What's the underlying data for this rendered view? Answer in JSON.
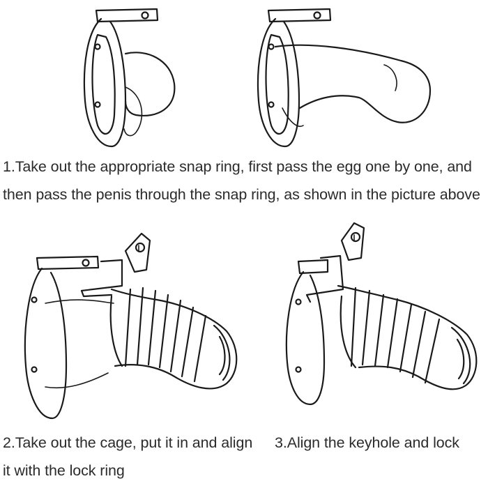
{
  "steps": [
    {
      "text": "1.Take out the appropriate snap ring, first pass the egg one by one, and then pass the penis through the snap ring, as shown in the picture above"
    },
    {
      "text": "2.Take out the cage, put it in and align it with the lock ring"
    },
    {
      "text": "3.Align the keyhole and lock"
    }
  ],
  "illustrations": [
    {
      "icon": "snap-ring-with-testicles-illustration"
    },
    {
      "icon": "snap-ring-with-penis-illustration"
    },
    {
      "icon": "cage-aligned-with-ring-illustration"
    },
    {
      "icon": "cage-locked-illustration"
    }
  ],
  "colors": {
    "line": "#1a1a1a",
    "text": "#2b2b2b",
    "background": "#ffffff"
  }
}
